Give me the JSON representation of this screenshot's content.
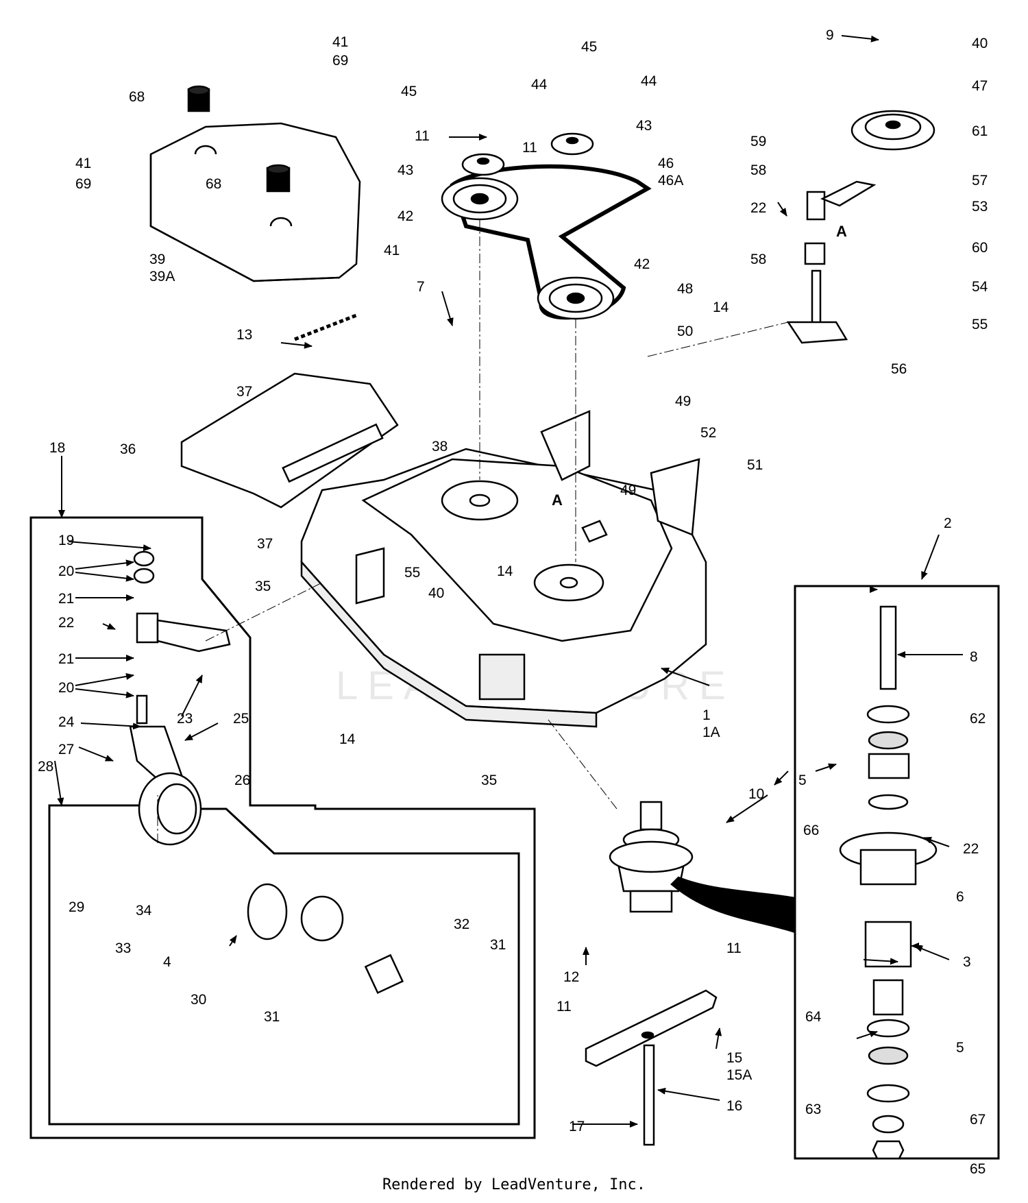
{
  "watermark": "LEADVENTURE",
  "footer": "Rendered by LeadVenture, Inc.",
  "detail_marker": "A",
  "callouts": {
    "c1": "1",
    "c1a": "1A",
    "c2": "2",
    "c3": "3",
    "c4": "4",
    "c5a": "5",
    "c5b": "5",
    "c6": "6",
    "c7": "7",
    "c8": "8",
    "c9": "9",
    "c10": "10",
    "c11a": "11",
    "c11b": "11",
    "c11c": "11",
    "c11d": "11",
    "c12": "12",
    "c13": "13",
    "c14a": "14",
    "c14b": "14",
    "c14c": "14",
    "c15": "15",
    "c15a": "15A",
    "c16": "16",
    "c17": "17",
    "c18": "18",
    "c19": "19",
    "c20a": "20",
    "c20b": "20",
    "c21a": "21",
    "c21b": "21",
    "c22a": "22",
    "c22b": "22",
    "c22c": "22",
    "c23": "23",
    "c24": "24",
    "c25": "25",
    "c26": "26",
    "c27": "27",
    "c28": "28",
    "c29": "29",
    "c30": "30",
    "c31a": "31",
    "c31b": "31",
    "c32": "32",
    "c33": "33",
    "c34": "34",
    "c35a": "35",
    "c35b": "35",
    "c36": "36",
    "c37a": "37",
    "c37b": "37",
    "c38": "38",
    "c39": "39",
    "c39a": "39A",
    "c40a": "40",
    "c40b": "40",
    "c41a": "41",
    "c41b": "41",
    "c41c": "41",
    "c42a": "42",
    "c42b": "42",
    "c43a": "43",
    "c43b": "43",
    "c44a": "44",
    "c44b": "44",
    "c45a": "45",
    "c45b": "45",
    "c46": "46",
    "c46a": "46A",
    "c47": "47",
    "c48": "48",
    "c49a": "49",
    "c49b": "49",
    "c50": "50",
    "c51": "51",
    "c52": "52",
    "c53": "53",
    "c54": "54",
    "c55a": "55",
    "c55b": "55",
    "c56": "56",
    "c57": "57",
    "c58a": "58",
    "c58b": "58",
    "c59": "59",
    "c60": "60",
    "c61": "61",
    "c62": "62",
    "c63": "63",
    "c64": "64",
    "c65": "65",
    "c66": "66",
    "c67": "67",
    "c68a": "68",
    "c68b": "68",
    "c69a": "69",
    "c69b": "69"
  }
}
